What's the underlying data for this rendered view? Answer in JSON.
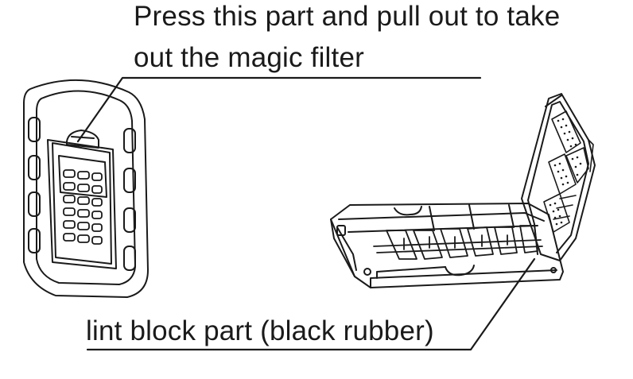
{
  "labels": {
    "press_line_1": "Press this part and pull out to take",
    "press_line_2": "out the magic filter",
    "lint_block": "lint block part (black rubber)"
  },
  "colors": {
    "line": "#1a1a1a",
    "background": "#ffffff"
  }
}
